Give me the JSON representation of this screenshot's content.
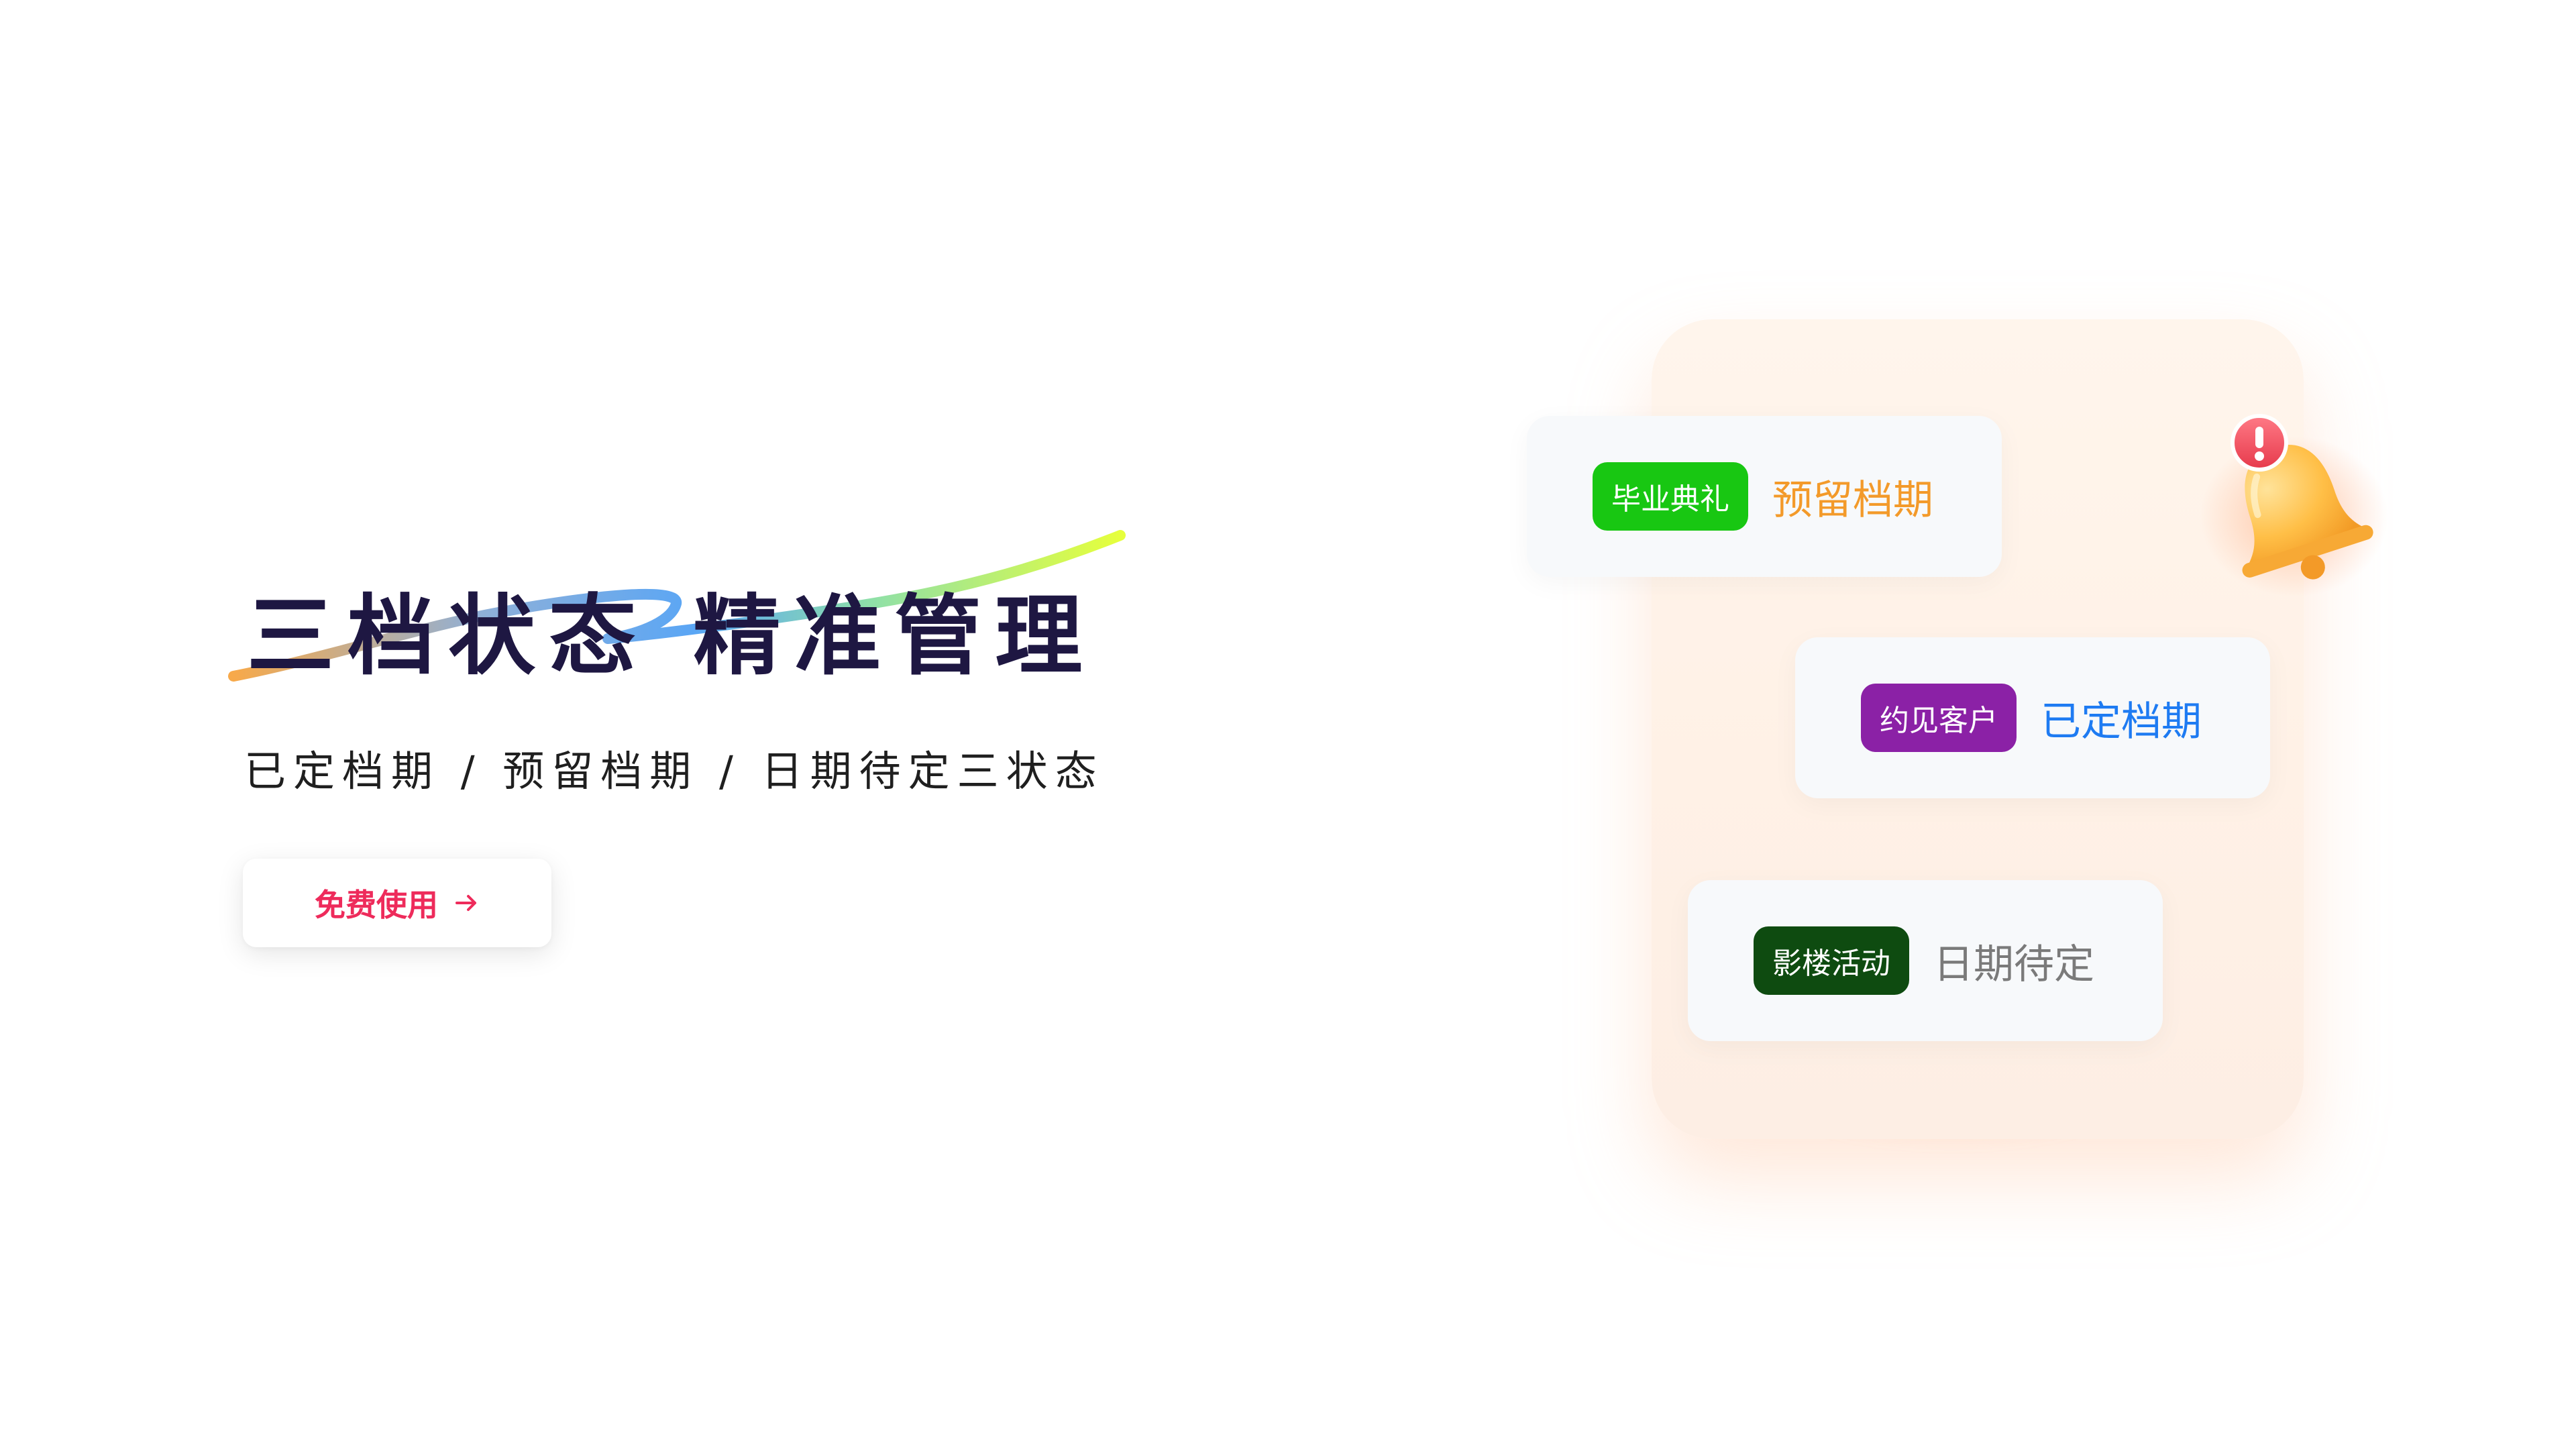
{
  "hero": {
    "title": "三档状态 精准管理",
    "subtitle": "已定档期 / 预留档期 / 日期待定三状态",
    "cta_label": "免费使用",
    "cta_icon": "arrow-right-icon"
  },
  "statuses": [
    {
      "tag": "毕业典礼",
      "tag_color": "#18c712",
      "label": "预留档期",
      "label_color": "#f39a2a"
    },
    {
      "tag": "约见客户",
      "tag_color": "#8b21a6",
      "label": "已定档期",
      "label_color": "#1e7bf2"
    },
    {
      "tag": "影楼活动",
      "tag_color": "#0e4b10",
      "label": "日期待定",
      "label_color": "#7a7a7a"
    }
  ],
  "colors": {
    "title": "#1e1742",
    "cta_text": "#ee2b5b",
    "bell": "#ffb53d",
    "alert_badge": "#ef4656"
  },
  "icons": {
    "bell": "notification-bell-icon",
    "alert": "exclamation-icon"
  }
}
